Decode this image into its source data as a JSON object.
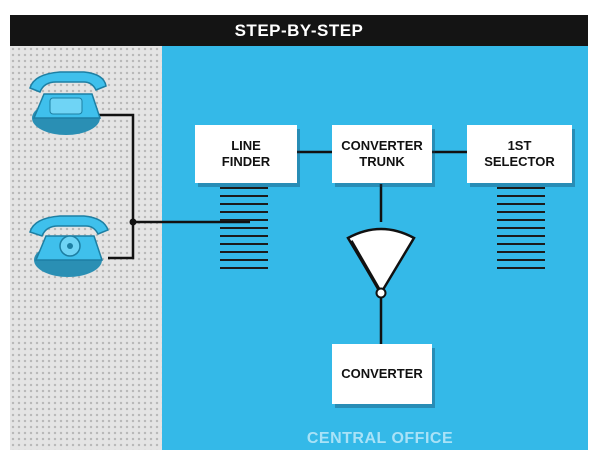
{
  "title": "STEP-BY-STEP",
  "boxes": {
    "line_finder": [
      "LINE",
      "FINDER"
    ],
    "converter_trunk": [
      "CONVERTER",
      "TRUNK"
    ],
    "first_selector": [
      "1ST",
      "SELECTOR"
    ],
    "converter": "CONVERTER"
  },
  "area_label": "CENTRAL OFFICE",
  "icons": [
    "telephone-icon",
    "dial-telephone-icon",
    "switch-bank-icon",
    "switch-fan-icon"
  ],
  "colors": {
    "title_bar": "#141414",
    "office_background": "#34b9e8",
    "subscriber_area": "#e4e4e4",
    "telephone": "#3fc0ec",
    "box": "#ffffff"
  }
}
